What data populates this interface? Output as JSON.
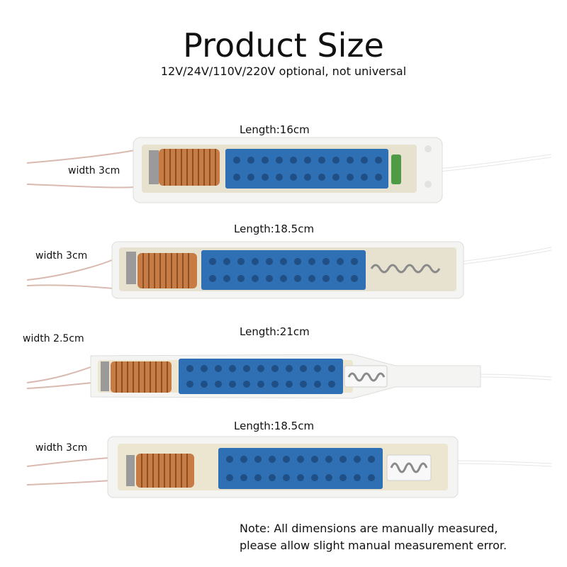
{
  "header": {
    "title": "Product Size",
    "subtitle": "12V/24V/110V/220V optional, not universal"
  },
  "products": [
    {
      "length_label": "Length:16cm",
      "width_label": "width 3cm"
    },
    {
      "length_label": "Length:18.5cm",
      "width_label": "width  3cm"
    },
    {
      "length_label": "Length:21cm",
      "width_label": "width 2.5cm"
    },
    {
      "length_label": "Length:18.5cm",
      "width_label": "width 3cm"
    }
  ],
  "note": {
    "line1": "Note: All dimensions are manually measured,",
    "line2": "please allow slight manual measurement error."
  },
  "colors": {
    "housing": "#f4f4f2",
    "pcb": "#2f6fb3",
    "coil": "#c77b45",
    "wire": "#d9b9b0",
    "cable": "#ffffff"
  }
}
